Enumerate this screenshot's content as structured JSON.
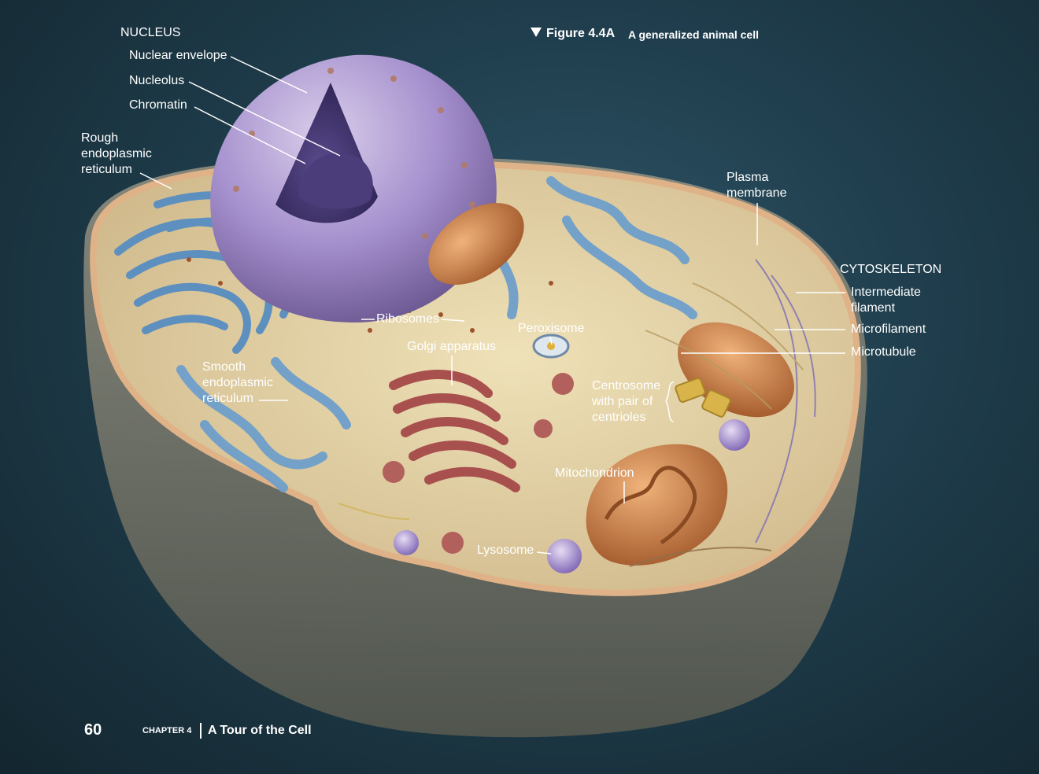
{
  "figure": {
    "number": "Figure 4.4A",
    "title": "A generalized animal cell"
  },
  "labels": {
    "nucleus_heading": "NUCLEUS",
    "nuclear_envelope": "Nuclear envelope",
    "nucleolus": "Nucleolus",
    "chromatin": "Chromatin",
    "rough_er": "Rough\nendoplasmic\nreticulum",
    "smooth_er": "Smooth\nendoplasmic\nreticulum",
    "ribosomes": "Ribosomes",
    "golgi": "Golgi apparatus",
    "peroxisome": "Peroxisome",
    "centrosome": "Centrosome\nwith pair of\ncentrioles",
    "mitochondrion": "Mitochondrion",
    "lysosome": "Lysosome",
    "plasma_membrane": "Plasma\nmembrane",
    "cytoskeleton_heading": "CYTOSKELETON",
    "intermediate_filament": "Intermediate\nfilament",
    "microfilament": "Microfilament",
    "microtubule": "Microtubule"
  },
  "footer": {
    "page_number": "60",
    "chapter": "CHAPTER 4",
    "chapter_title": "A Tour of the Cell"
  },
  "colors": {
    "background": "#1f3d4c",
    "cytoplasm": "#e6d3a4",
    "membrane_rim": "#e0b287",
    "nucleus": "#a48fcd",
    "er": "#5d8fbf",
    "golgi": "#a8504e",
    "mitochondrion": "#c47a40",
    "lysosome": "#8c6fc0"
  }
}
